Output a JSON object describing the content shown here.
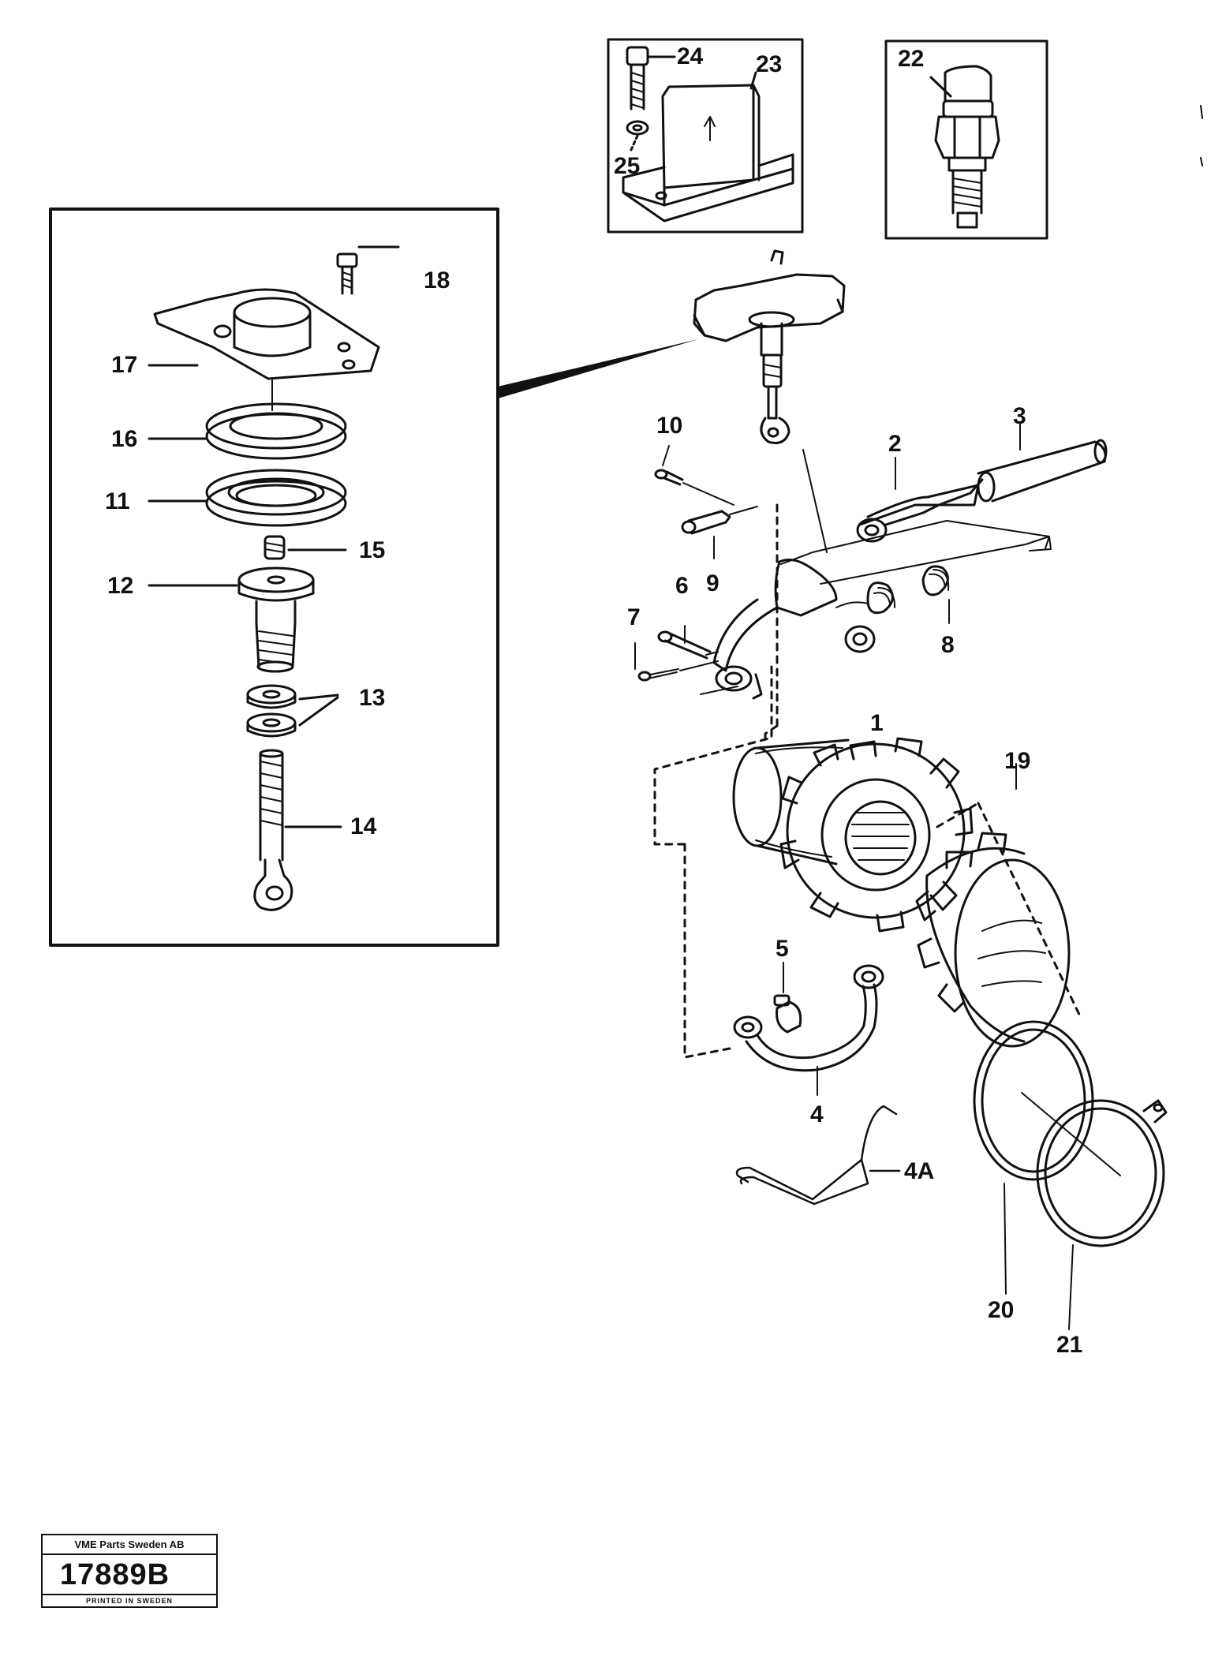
{
  "callouts": {
    "c1": "1",
    "c2": "2",
    "c3": "3",
    "c4": "4",
    "c4a": "4A",
    "c5": "5",
    "c6": "6",
    "c7": "7",
    "c8": "8",
    "c9": "9",
    "c10": "10",
    "c11": "11",
    "c12": "12",
    "c13": "13",
    "c14": "14",
    "c15": "15",
    "c16": "16",
    "c17": "17",
    "c18": "18",
    "c19": "19",
    "c20": "20",
    "c21": "21",
    "c22": "22",
    "c23": "23",
    "c24": "24",
    "c25": "25"
  },
  "stamp": {
    "company": "VME Parts Sweden AB",
    "number": "17889B",
    "printed": "PRINTED IN SWEDEN"
  }
}
